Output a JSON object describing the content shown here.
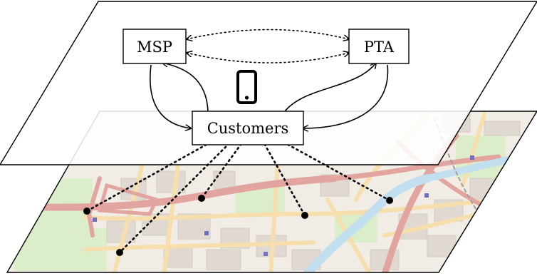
{
  "diagram": {
    "nodes": {
      "msp": {
        "label": "MSP"
      },
      "pta": {
        "label": "PTA"
      },
      "customers": {
        "label": "Customers"
      }
    },
    "icons": {
      "phone": "smartphone-icon"
    },
    "layers": {
      "top": "communication-plane",
      "bottom": "city-street-map"
    },
    "colors": {
      "map_base": "#ece6dd",
      "major_road": "#d7817b",
      "secondary_road": "#f3d38c",
      "park": "#cfe7b6",
      "water": "#a9d3e8",
      "building": "#d5cbc0",
      "rail": "#7a7a7a"
    }
  }
}
